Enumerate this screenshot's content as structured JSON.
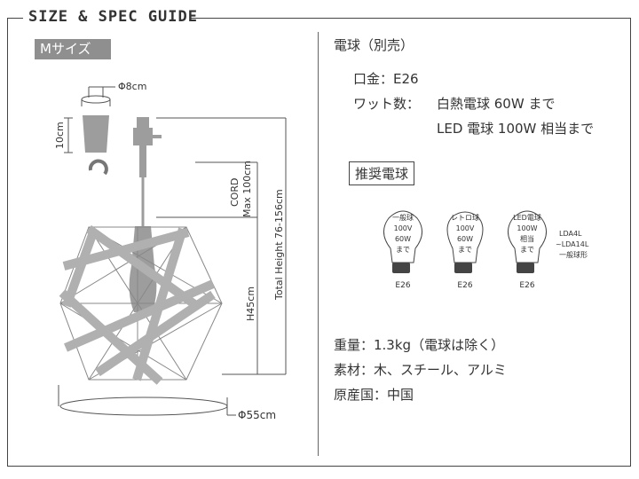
{
  "header": {
    "title": "SIZE & SPEC GUIDE",
    "size_badge": "Mサイズ"
  },
  "dimensions": {
    "top_diameter": "Φ8cm",
    "canopy_height": "10cm",
    "cord": "CORD",
    "cord_max": "Max 100cm",
    "body_height": "H45cm",
    "total_height": "Total Height 76-156cm",
    "body_diameter": "Φ55cm"
  },
  "spec": {
    "bulb_heading": "電球（別売）",
    "base_line": "口金：E26",
    "wattage_label": "ワット数：",
    "wattage_1": "白熱電球 60W まで",
    "wattage_2": "LED 電球 100W 相当まで",
    "recommended_heading": "推奨電球",
    "bulbs": [
      {
        "lines": [
          "一般球",
          "100V",
          "60W",
          "まで"
        ],
        "base": "E26"
      },
      {
        "lines": [
          "レトロ球",
          "100V",
          "60W",
          "まで"
        ],
        "base": "E26"
      },
      {
        "lines": [
          "LED電球",
          "100W",
          "相当",
          "まで"
        ],
        "base": "E26"
      }
    ],
    "led_models": [
      "LDA4L",
      "~LDA14L",
      "一般球形"
    ],
    "weight": "重量：1.3kg（電球は除く）",
    "material": "素材：木、スチール、アルミ",
    "origin": "原産国：中国"
  }
}
